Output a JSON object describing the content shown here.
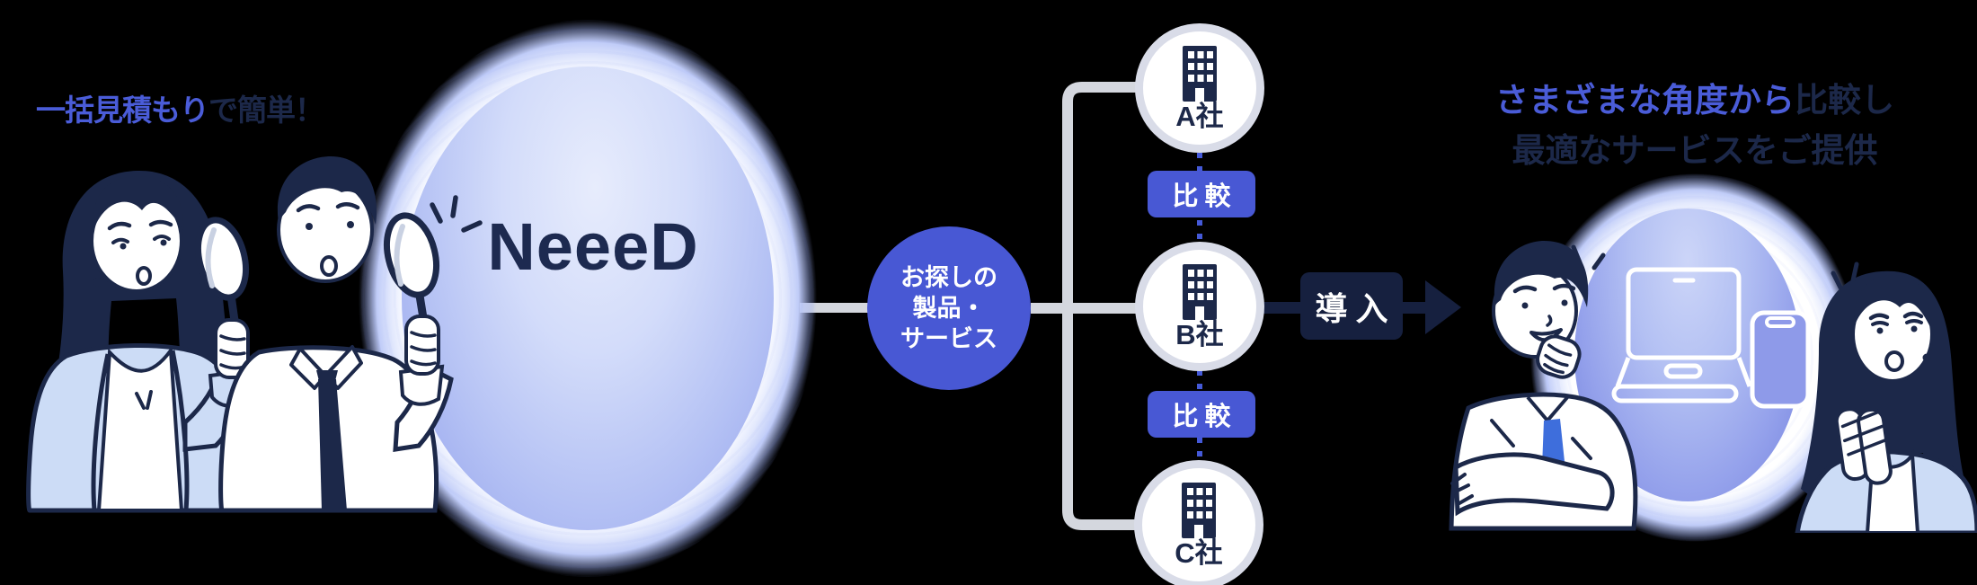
{
  "colors": {
    "background": "#000000",
    "accent_blue": "#4858d4",
    "text_blue": "#4a5cd8",
    "navy": "#1c2849",
    "dark_badge_navy": "#16203f",
    "line_gray": "#d4d7de",
    "node_ring_gray": "#d9dce8",
    "cardigan_blue": "#ccdcf6",
    "tie_blue": "#3e6edc",
    "halo_lavender": "#93a3ee"
  },
  "left_tagline": {
    "highlight": "一括見積もり",
    "rest": "で簡単！"
  },
  "brand": {
    "logo_text": "NeeeD"
  },
  "flow": {
    "search_bubble_lines": [
      "お探しの",
      "製品・",
      "サービス"
    ],
    "companies": [
      {
        "label": "A社"
      },
      {
        "label": "B社"
      },
      {
        "label": "C社"
      }
    ],
    "compare_label": "比較",
    "adopt_label": "導入"
  },
  "right_tagline": {
    "line1_highlight": "さまざまな角度から",
    "line1_rest": "比較し",
    "line2": "最適なサービスをご提供"
  },
  "icons": [
    "magnifier-icon",
    "sparkle-icon",
    "building-icon",
    "laptop-icon",
    "phone-icon",
    "arrow-right-icon",
    "woman-figure",
    "man-figure"
  ]
}
